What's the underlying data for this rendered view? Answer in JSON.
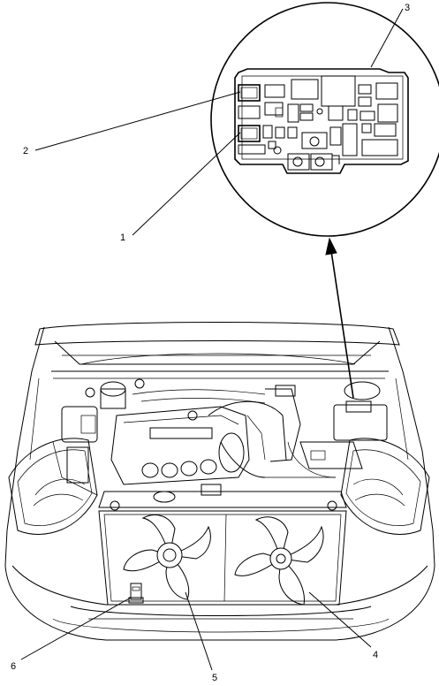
{
  "callouts": {
    "c1": "1",
    "c2": "2",
    "c3": "3",
    "c4": "4",
    "c5": "5",
    "c6": "6"
  },
  "icons": {
    "detail": "fuse-box-detail-icon",
    "arrow": "arrow-up-icon",
    "fan": "fan-icon",
    "switch": "thermoswitch-icon"
  },
  "colors": {
    "line": "#000000",
    "background": "#ffffff"
  }
}
